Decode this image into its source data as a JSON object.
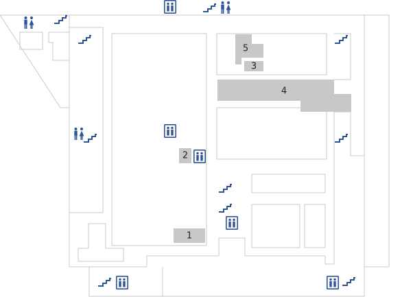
{
  "map": {
    "colors": {
      "wall": "#c9c9c9",
      "room_fill": "#c8c8c8",
      "icon": "#2f5496",
      "label": "#222222"
    },
    "rooms": [
      {
        "id": "room-1",
        "label": "1"
      },
      {
        "id": "room-2",
        "label": "2"
      },
      {
        "id": "room-3",
        "label": "3"
      },
      {
        "id": "room-4",
        "label": "4"
      },
      {
        "id": "room-5",
        "label": "5"
      }
    ],
    "icons": [
      "restroom-icon",
      "stairs-icon",
      "elevator-icon"
    ]
  }
}
